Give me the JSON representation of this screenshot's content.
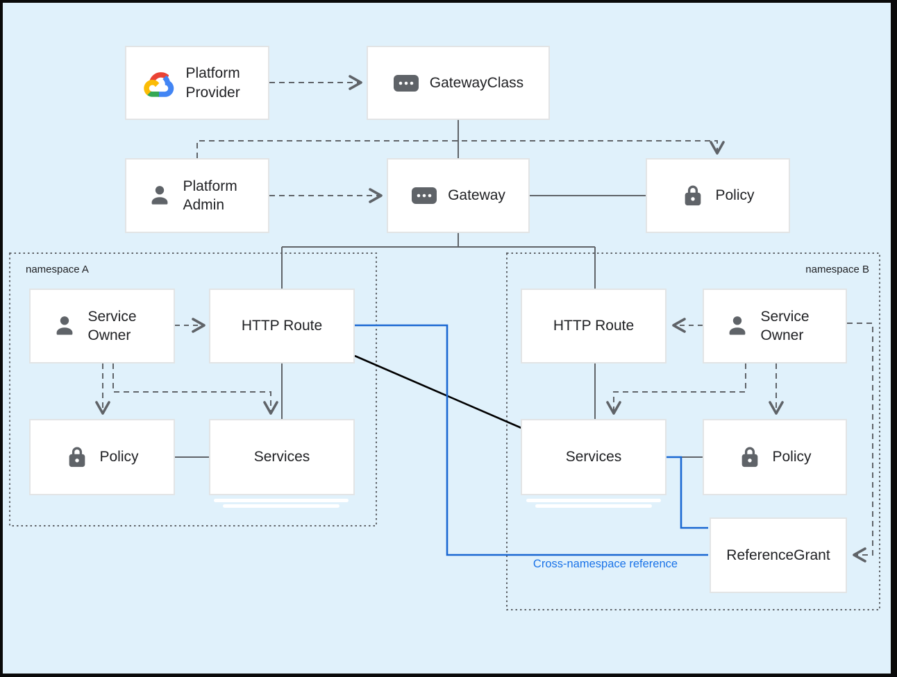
{
  "diagram": {
    "background": "#e0f1fb",
    "frame_color": "#0a0a0a",
    "colors": {
      "line_gray": "#5f6368",
      "blue_line": "#1967d2",
      "blue_label": "#1a73e8",
      "black_line": "#000000",
      "box_border": "#e2e4e5",
      "text": "#202124",
      "icon_gray": "#5f6368",
      "google_red": "#EA4335",
      "google_blue": "#4285F4",
      "google_green": "#34A853",
      "google_yellow": "#FBBC05"
    },
    "nodes": {
      "platform_provider": {
        "label": "Platform Provider",
        "icon": "google-cloud-logo"
      },
      "gateway_class": {
        "label": "GatewayClass",
        "icon": "resource-chip-icon"
      },
      "platform_admin": {
        "label": "Platform Admin",
        "icon": "person-icon"
      },
      "gateway": {
        "label": "Gateway",
        "icon": "resource-chip-icon"
      },
      "policy_top": {
        "label": "Policy",
        "icon": "lock-icon"
      },
      "service_owner_a": {
        "label": "Service Owner",
        "icon": "person-icon"
      },
      "http_route_a": {
        "label": "HTTP Route",
        "icon": null
      },
      "policy_a": {
        "label": "Policy",
        "icon": "lock-icon"
      },
      "services_a": {
        "label": "Services",
        "icon": null
      },
      "http_route_b": {
        "label": "HTTP Route",
        "icon": null
      },
      "service_owner_b": {
        "label": "Service Owner",
        "icon": "person-icon"
      },
      "services_b": {
        "label": "Services",
        "icon": null
      },
      "policy_b": {
        "label": "Policy",
        "icon": "lock-icon"
      },
      "reference_grant": {
        "label": "ReferenceGrant",
        "icon": null
      }
    },
    "groups": {
      "namespace_a": {
        "label": "namespace A"
      },
      "namespace_b": {
        "label": "namespace B"
      }
    },
    "annotations": {
      "cross_namespace_reference": {
        "label": "Cross-namespace reference",
        "color": "#1a73e8"
      }
    },
    "edges": [
      {
        "from": "platform_provider",
        "to": "gateway_class",
        "style": "dashed-arrow"
      },
      {
        "from": "gateway_class",
        "to": "gateway",
        "style": "solid"
      },
      {
        "from": "platform_admin",
        "to": "gateway",
        "style": "dashed-arrow"
      },
      {
        "from": "platform_admin",
        "to": "policy_top",
        "style": "dashed-arrow"
      },
      {
        "from": "gateway",
        "to": "policy_top",
        "style": "solid"
      },
      {
        "from": "gateway",
        "to": "http_route_a",
        "style": "solid"
      },
      {
        "from": "gateway",
        "to": "http_route_b",
        "style": "solid"
      },
      {
        "from": "http_route_a",
        "to": "services_a",
        "style": "solid"
      },
      {
        "from": "http_route_b",
        "to": "services_b",
        "style": "solid"
      },
      {
        "from": "service_owner_a",
        "to": "http_route_a",
        "style": "dashed-arrow"
      },
      {
        "from": "service_owner_a",
        "to": "policy_a",
        "style": "dashed-arrow"
      },
      {
        "from": "service_owner_a",
        "to": "services_a",
        "style": "dashed-arrow"
      },
      {
        "from": "policy_a",
        "to": "services_a",
        "style": "solid"
      },
      {
        "from": "service_owner_b",
        "to": "http_route_b",
        "style": "dashed-arrow"
      },
      {
        "from": "service_owner_b",
        "to": "services_b",
        "style": "dashed-arrow"
      },
      {
        "from": "service_owner_b",
        "to": "policy_b",
        "style": "dashed-arrow"
      },
      {
        "from": "services_b",
        "to": "policy_b",
        "style": "solid"
      },
      {
        "from": "service_owner_b",
        "to": "reference_grant",
        "style": "dashed-arrow"
      },
      {
        "from": "http_route_a",
        "to": "reference_grant",
        "style": "blue-cross-namespace"
      },
      {
        "from": "services_b",
        "to": "reference_grant",
        "style": "blue-cross-namespace"
      },
      {
        "from": "http_route_a",
        "to": "services_b",
        "style": "black"
      }
    ]
  }
}
